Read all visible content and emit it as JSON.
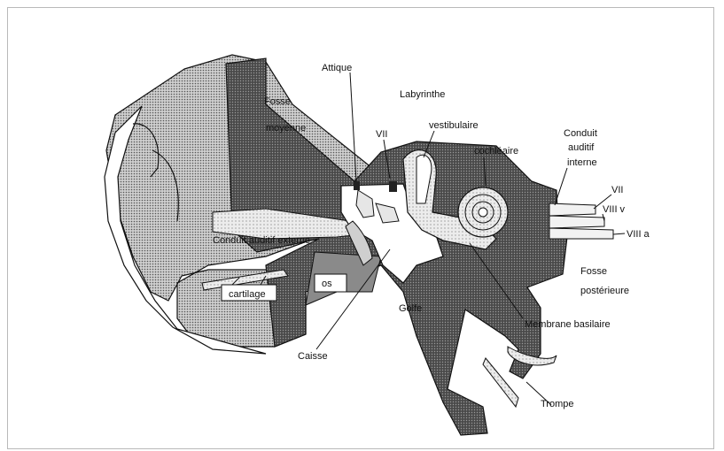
{
  "labels": {
    "fosse_moyenne_1": "Fosse",
    "fosse_moyenne_2": "moyenne",
    "attique": "Attique",
    "labyrinthe": "Labyrinthe",
    "vii_top": "VII",
    "vestibulaire": "vestibulaire",
    "cochleaire": "cochléaire",
    "conduit_interne_1": "Conduit",
    "conduit_interne_2": "auditif",
    "conduit_interne_3": "interne",
    "vii_right": "VII",
    "viii_v": "VIII v",
    "viii_a": "VIII a",
    "conduit_externe": "Conduit auditif externe",
    "fosse_posterieure_1": "Fosse",
    "fosse_posterieure_2": "postérieure",
    "cartilage": "cartilage",
    "os": "os",
    "golfe": "Golfe",
    "membrane_basilaire": "Membrane basilaire",
    "caisse": "Caisse",
    "trompe": "Trompe"
  },
  "colors": {
    "ink": "#111111",
    "dark_fill": "#5a5a5a",
    "medium_fill": "#9a9a9a",
    "light_fill": "#d4d4d4",
    "paper": "#ffffff"
  }
}
